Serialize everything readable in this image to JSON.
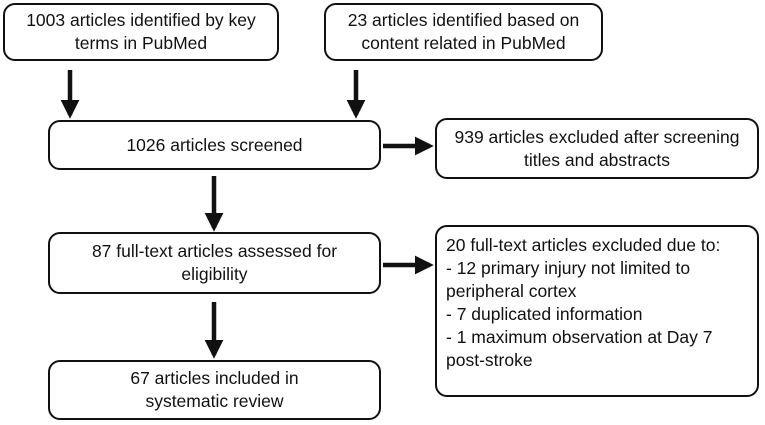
{
  "boxes": {
    "pubmed_key_terms": {
      "lines": [
        "1003 articles identified by key",
        "terms in PubMed"
      ]
    },
    "pubmed_related": {
      "lines": [
        "23 articles identified based on",
        "content related in PubMed"
      ]
    },
    "screened": {
      "lines": [
        "1026 articles screened"
      ]
    },
    "excluded_screening": {
      "lines": [
        "939 articles excluded after screening",
        "titles and abstracts"
      ]
    },
    "full_text_assessed": {
      "lines": [
        "87 full-text articles assessed for",
        "eligibility"
      ]
    },
    "full_text_excluded": {
      "lines": [
        "20 full-text articles excluded due to:",
        "- 12 primary injury not limited to",
        "peripheral cortex",
        "- 7 duplicated information",
        "- 1 maximum observation at Day 7",
        "post-stroke"
      ]
    },
    "included": {
      "lines": [
        "67 articles included in",
        "systematic review"
      ]
    }
  },
  "colors": {
    "stroke": "#111111",
    "text": "#111111",
    "background": "#ffffff"
  }
}
